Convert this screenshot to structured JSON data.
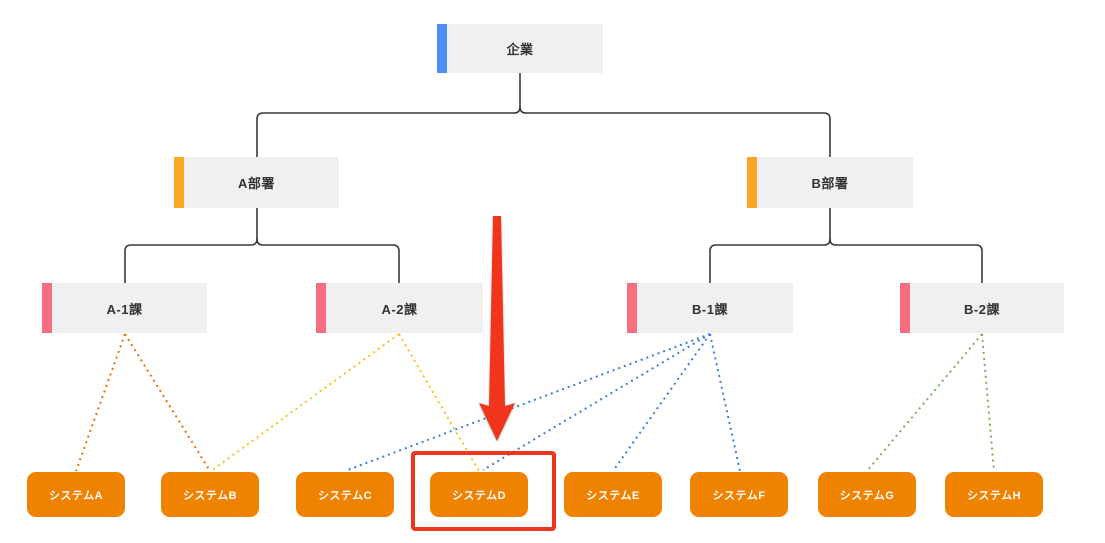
{
  "diagram_type": "organization-system-map",
  "nodes": {
    "company": {
      "label": "企業",
      "level": "root",
      "accent": "blue"
    },
    "dept_a": {
      "label": "A部署",
      "level": "department",
      "accent": "amber"
    },
    "dept_b": {
      "label": "B部署",
      "level": "department",
      "accent": "amber"
    },
    "sec_a1": {
      "label": "A-1課",
      "level": "section",
      "accent": "pink"
    },
    "sec_a2": {
      "label": "A-2課",
      "level": "section",
      "accent": "pink"
    },
    "sec_b1": {
      "label": "B-1課",
      "level": "section",
      "accent": "pink"
    },
    "sec_b2": {
      "label": "B-2課",
      "level": "section",
      "accent": "pink"
    }
  },
  "systems": [
    {
      "label": "システムA"
    },
    {
      "label": "システムB"
    },
    {
      "label": "システムC"
    },
    {
      "label": "システムD"
    },
    {
      "label": "システムE"
    },
    {
      "label": "システムF"
    },
    {
      "label": "システムG"
    },
    {
      "label": "システムH"
    }
  ],
  "hierarchy": [
    {
      "from": "企業",
      "to": "A部署"
    },
    {
      "from": "企業",
      "to": "B部署"
    },
    {
      "from": "A部署",
      "to": "A-1課"
    },
    {
      "from": "A部署",
      "to": "A-2課"
    },
    {
      "from": "B部署",
      "to": "B-1課"
    },
    {
      "from": "B部署",
      "to": "B-2課"
    }
  ],
  "system_links": [
    {
      "from": "A-1課",
      "to": "システムA",
      "style": "dotted",
      "color": "#E8720C"
    },
    {
      "from": "A-1課",
      "to": "システムB",
      "style": "dotted",
      "color": "#E8720C"
    },
    {
      "from": "A-2課",
      "to": "システムB",
      "style": "dotted",
      "color": "#F0C419"
    },
    {
      "from": "A-2課",
      "to": "システムD",
      "style": "dotted",
      "color": "#F0C419"
    },
    {
      "from": "B-1課",
      "to": "システムC",
      "style": "dotted",
      "color": "#3F7CD6"
    },
    {
      "from": "B-1課",
      "to": "システムD",
      "style": "dotted",
      "color": "#3F7CD6"
    },
    {
      "from": "B-1課",
      "to": "システムE",
      "style": "dotted",
      "color": "#3F7CD6"
    },
    {
      "from": "B-1課",
      "to": "システムF",
      "style": "dotted",
      "color": "#3F7CD6"
    },
    {
      "from": "B-2課",
      "to": "システムG",
      "style": "dotted",
      "color": "#7CB05A"
    },
    {
      "from": "B-2課",
      "to": "システムH",
      "style": "dotted",
      "color": "#7CB05A"
    }
  ],
  "annotations": {
    "arrow_target": "システムD",
    "highlight_target": "システムD"
  },
  "colors": {
    "accent-blue": "#4D8DF7",
    "accent-amber": "#F9A825",
    "accent-pink": "#F96D80",
    "node-fill": "#F0F0F1",
    "node-text": "#333333",
    "system-fill": "#EF8201",
    "system-text": "#FFFFFF",
    "tree-line": "#3A3A3A",
    "edge-orange": "#E8720C",
    "edge-yellow": "#F0C419",
    "edge-blue": "#3F7CD6",
    "edge-green": "#7CB05A",
    "highlight-red": "#F1351D"
  }
}
